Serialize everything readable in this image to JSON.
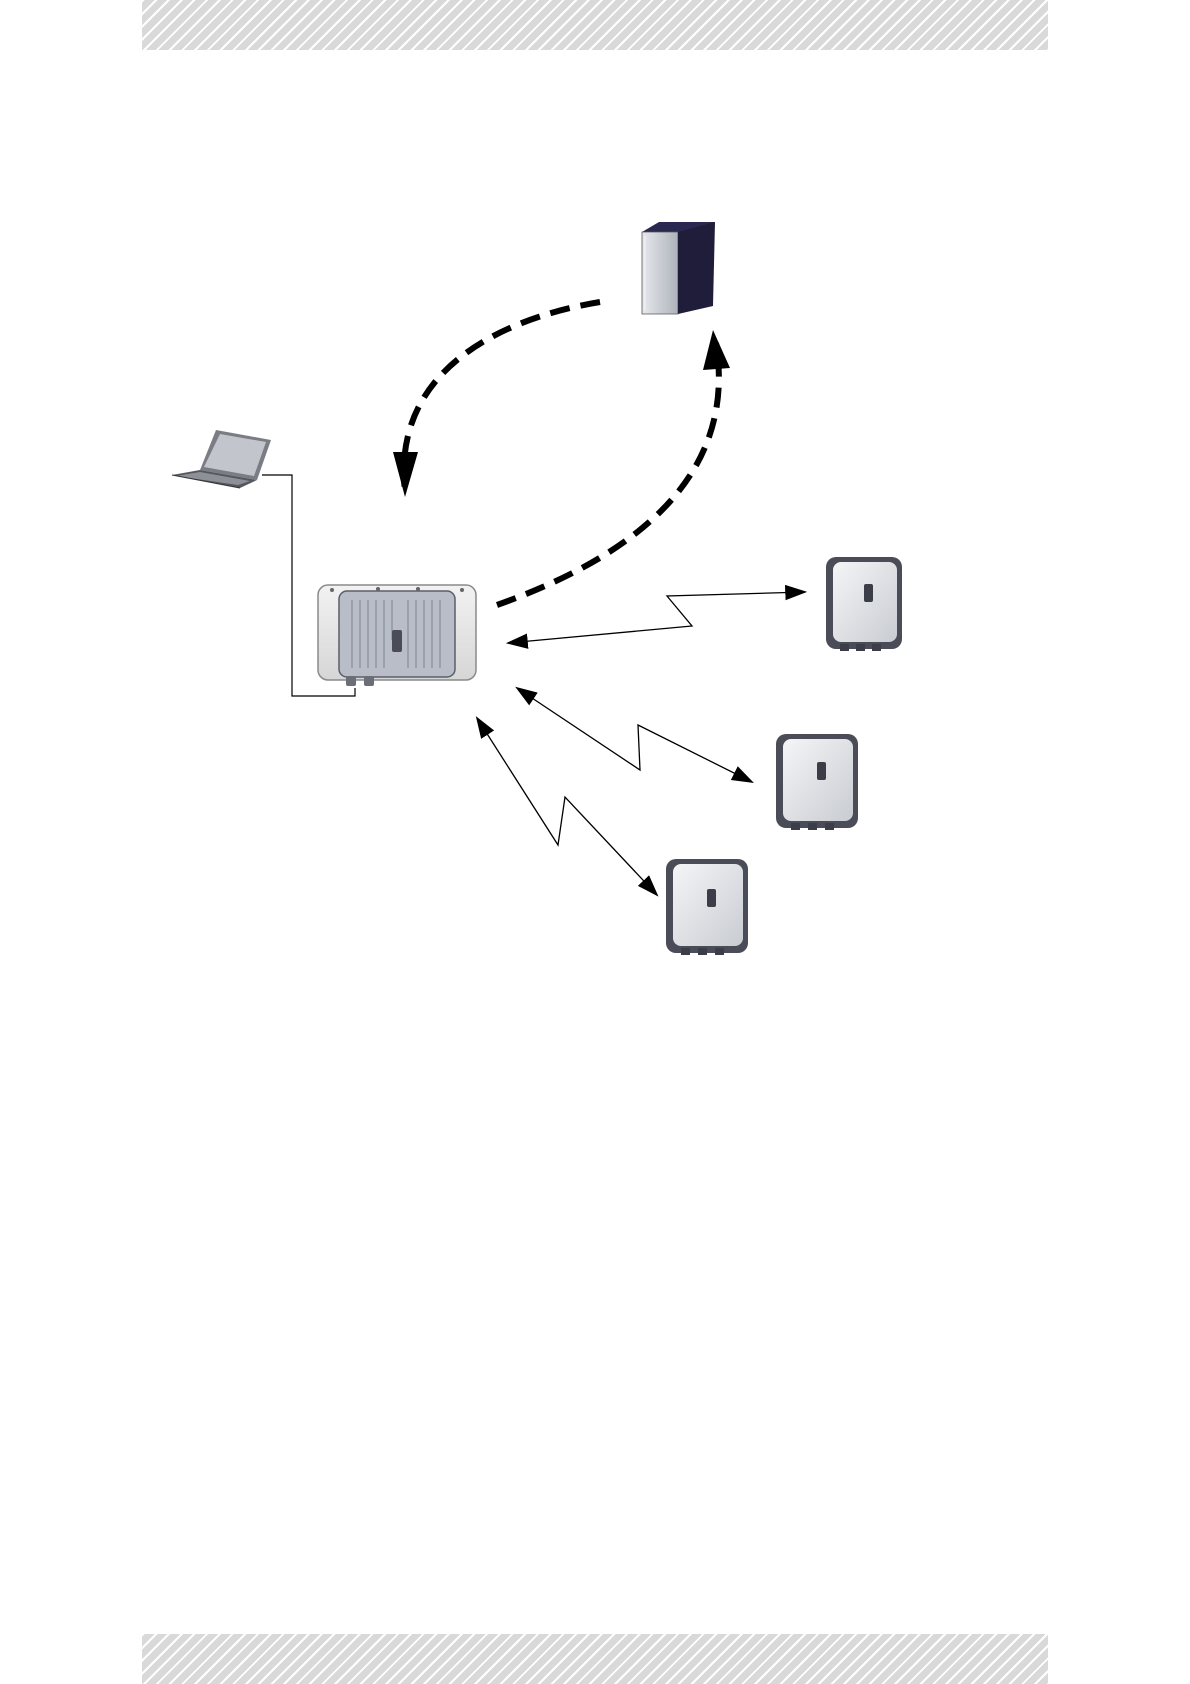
{
  "header": {
    "label": ""
  },
  "footer": {
    "label": ""
  },
  "diagram": {
    "nodes": [
      {
        "id": "server",
        "icon": "server-tower-icon"
      },
      {
        "id": "laptop",
        "icon": "laptop-icon"
      },
      {
        "id": "base-station",
        "icon": "outdoor-base-station-icon"
      },
      {
        "id": "subscriber-1",
        "icon": "subscriber-unit-icon"
      },
      {
        "id": "subscriber-2",
        "icon": "subscriber-unit-icon"
      },
      {
        "id": "subscriber-3",
        "icon": "subscriber-unit-icon"
      }
    ],
    "links": [
      {
        "from": "server",
        "to": "base-station",
        "style": "dashed"
      },
      {
        "from": "base-station",
        "to": "server",
        "style": "dashed"
      },
      {
        "from": "laptop",
        "to": "base-station",
        "style": "cable"
      },
      {
        "from": "base-station",
        "to": "subscriber-1",
        "style": "wireless"
      },
      {
        "from": "base-station",
        "to": "subscriber-2",
        "style": "wireless"
      },
      {
        "from": "base-station",
        "to": "subscriber-3",
        "style": "wireless"
      }
    ],
    "colors": {
      "stroke": "#000000",
      "server_side": "#1f1d3a",
      "server_front": "#c8ccd4",
      "device_body": "#e4e6ea",
      "device_frame": "#4a4d57"
    }
  }
}
